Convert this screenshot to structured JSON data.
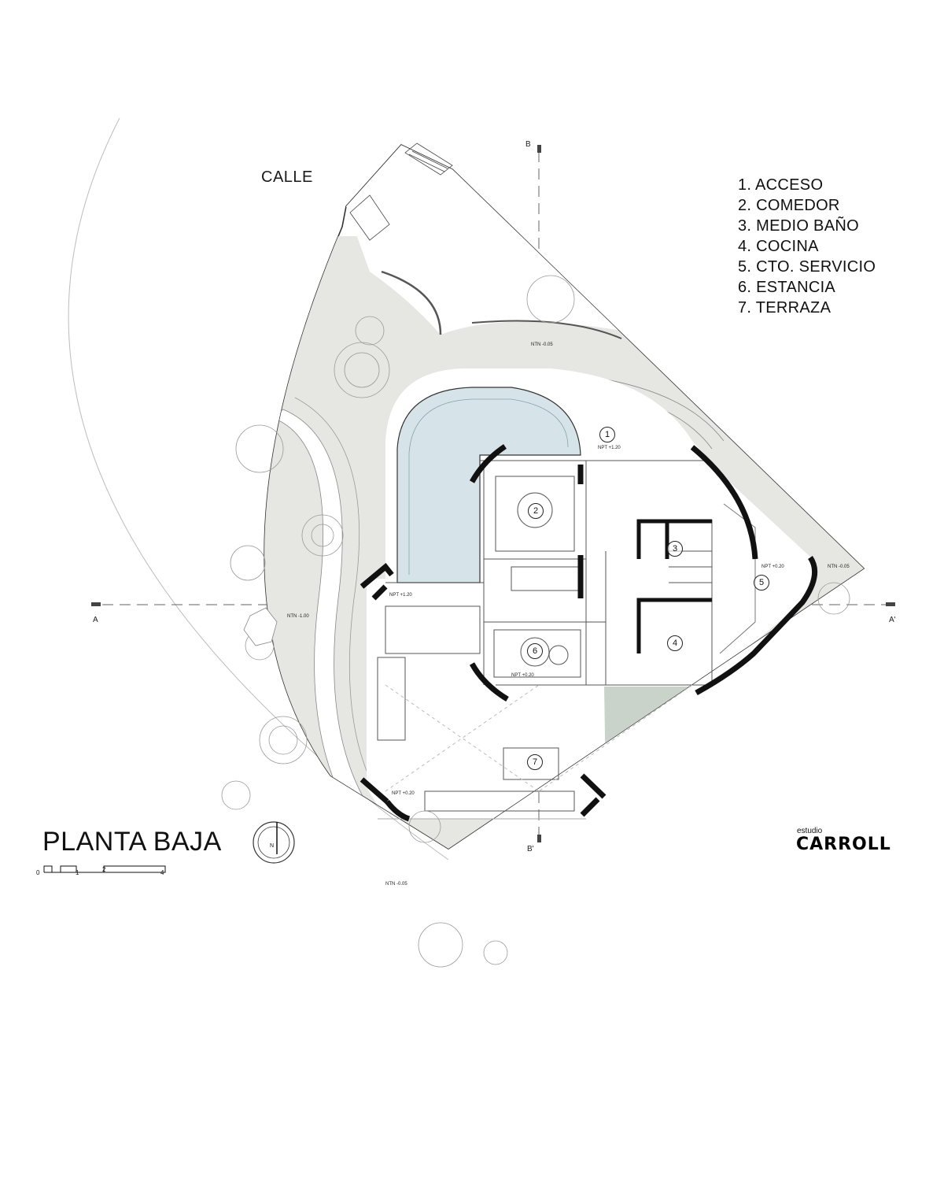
{
  "drawing": {
    "street_label": "CALLE",
    "title": "PLANTA BAJA",
    "legend": [
      "1. ACCESO",
      "2. COMEDOR",
      "3. MEDIO BAÑO",
      "4. COCINA",
      "5. CTO. SERVICIO",
      "6. ESTANCIA",
      "7. TERRAZA"
    ],
    "section_cuts": {
      "a": "A",
      "a_prime": "A'",
      "b": "B",
      "b_prime": "B'"
    },
    "room_numbers": [
      "1",
      "2",
      "3",
      "4",
      "5",
      "6",
      "7"
    ],
    "levels": {
      "ntn_top": "NTN -0.05",
      "ntn_right": "NTN -0.05",
      "ntn_left": "NTN -1.00",
      "ntn_bottom": "NTN -0.05",
      "npt_access": "NPT +1.20",
      "npt_deck": "NPT +1.20",
      "npt_living": "NPT +0.20",
      "npt_service": "NPT +0.20",
      "npt_terrace": "NPT +0.20"
    },
    "north_label": "N",
    "scale_bar": {
      "labels": [
        "0",
        "1",
        "2",
        "4"
      ]
    },
    "brand": {
      "prefix": "estudio",
      "name": "CARROLL"
    },
    "colors": {
      "garden": "#e6e6e3",
      "pool": "#d6e4ea",
      "lawn": "#c9d3c9",
      "wall": "#111111"
    }
  }
}
